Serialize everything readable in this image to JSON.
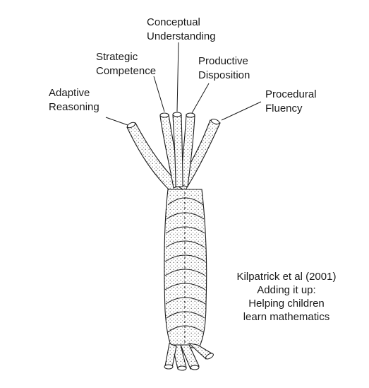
{
  "strands": [
    {
      "id": "conceptual",
      "lines": [
        "Conceptual",
        "Understanding"
      ]
    },
    {
      "id": "strategic",
      "lines": [
        "Strategic",
        "Competence"
      ]
    },
    {
      "id": "productive",
      "lines": [
        "Productive",
        "Disposition"
      ]
    },
    {
      "id": "adaptive",
      "lines": [
        "Adaptive",
        "Reasoning"
      ]
    },
    {
      "id": "procedural",
      "lines": [
        "Procedural",
        "Fluency"
      ]
    }
  ],
  "citation": {
    "line1": "Kilpatrick et al (2001)",
    "line2": "Adding it up:",
    "line3": "Helping children",
    "line4": "learn mathematics"
  },
  "colors": {
    "ink": "#1a1a1a",
    "strand_fill": "#ffffff",
    "stipple": "#555555"
  }
}
